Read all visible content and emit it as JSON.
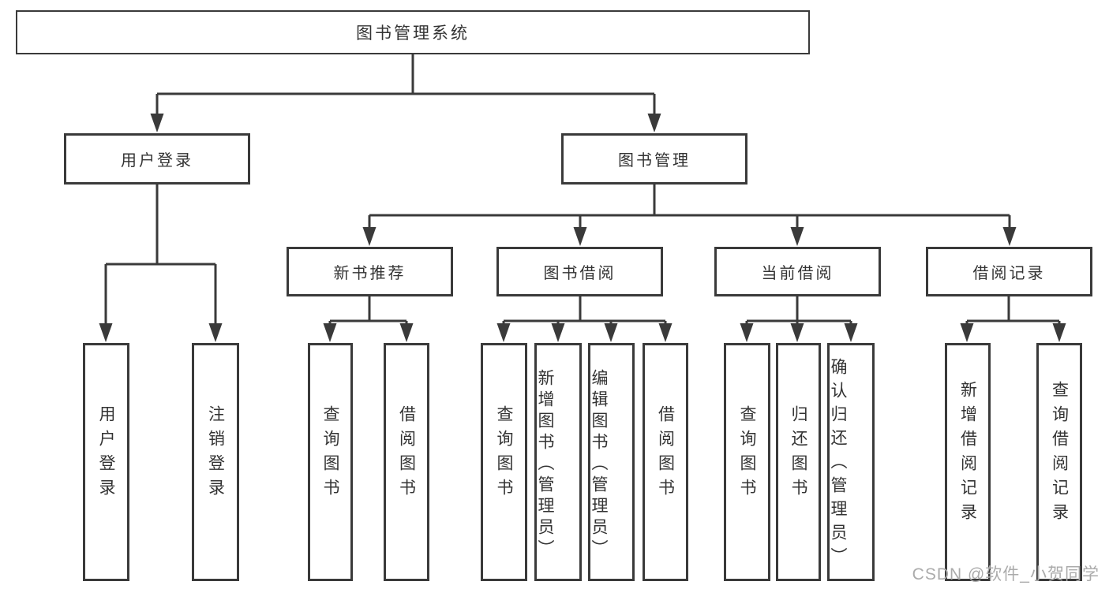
{
  "diagram": {
    "title": "图书管理系统",
    "root": {
      "label": "图书管理系统"
    },
    "user_login": {
      "label": "用户登录",
      "children": [
        "用户登录",
        "注销登录"
      ]
    },
    "book_mgmt": {
      "label": "图书管理",
      "sections": [
        {
          "label": "新书推荐",
          "children": [
            "查询图书",
            "借阅图书"
          ]
        },
        {
          "label": "图书借阅",
          "children": [
            "查询图书",
            "新增图书（管理员）",
            "编辑图书（管理员）",
            "借阅图书"
          ]
        },
        {
          "label": "当前借阅",
          "children": [
            "查询图书",
            "归还图书",
            "确认归还（管理员）"
          ]
        },
        {
          "label": "借阅记录",
          "children": [
            "新增借阅记录",
            "查询借阅记录"
          ]
        }
      ]
    }
  },
  "watermark": "CSDN @软件_小贺同学",
  "colors": {
    "line": "#3a3a3a",
    "text": "#333333",
    "background": "#ffffff",
    "watermark": "#ababab"
  }
}
